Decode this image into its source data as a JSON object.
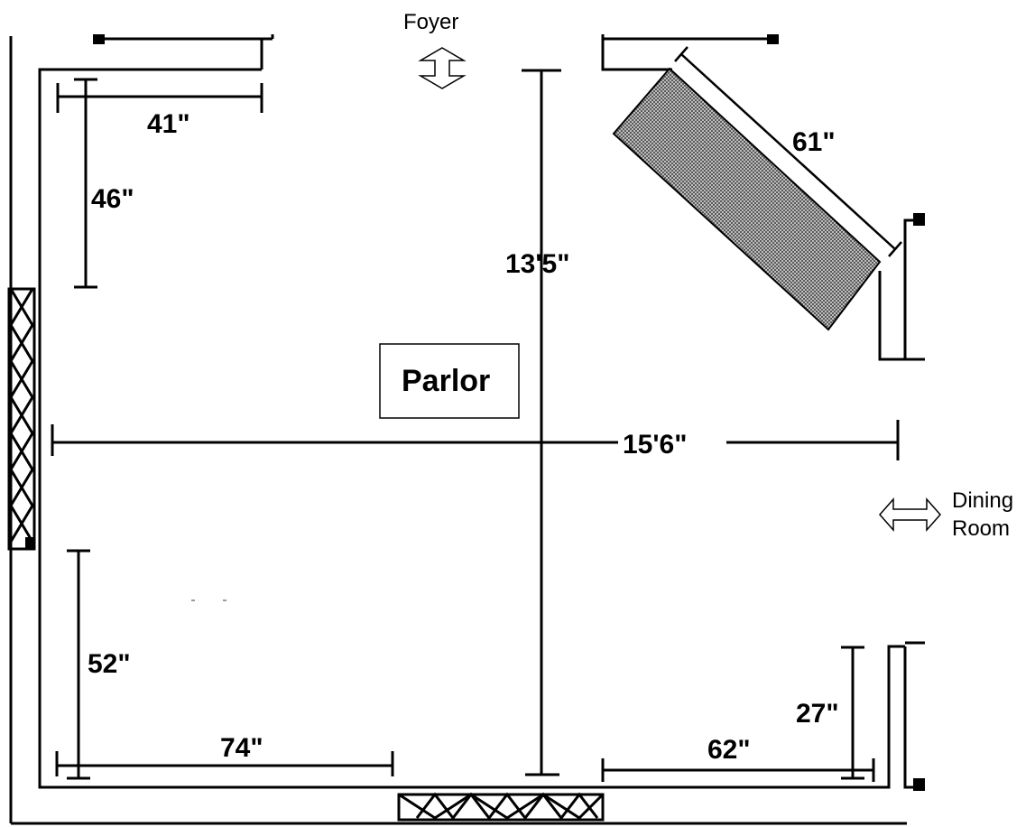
{
  "room": {
    "name": "Parlor"
  },
  "adjacent": {
    "foyer": "Foyer",
    "dining_line1": "Dining",
    "dining_line2": "Room"
  },
  "dimensions": {
    "height_total": "13'5\"",
    "width_total": "15'6\"",
    "top_left_width": "41\"",
    "top_left_height": "46\"",
    "bottom_left_height": "52\"",
    "bottom_left_width": "74\"",
    "bottom_right_width": "62\"",
    "bottom_right_height": "27\"",
    "diagonal_piece": "61\""
  },
  "colors": {
    "line": "#000000",
    "hatch_fill": "#8c8c8c",
    "background": "#ffffff"
  }
}
